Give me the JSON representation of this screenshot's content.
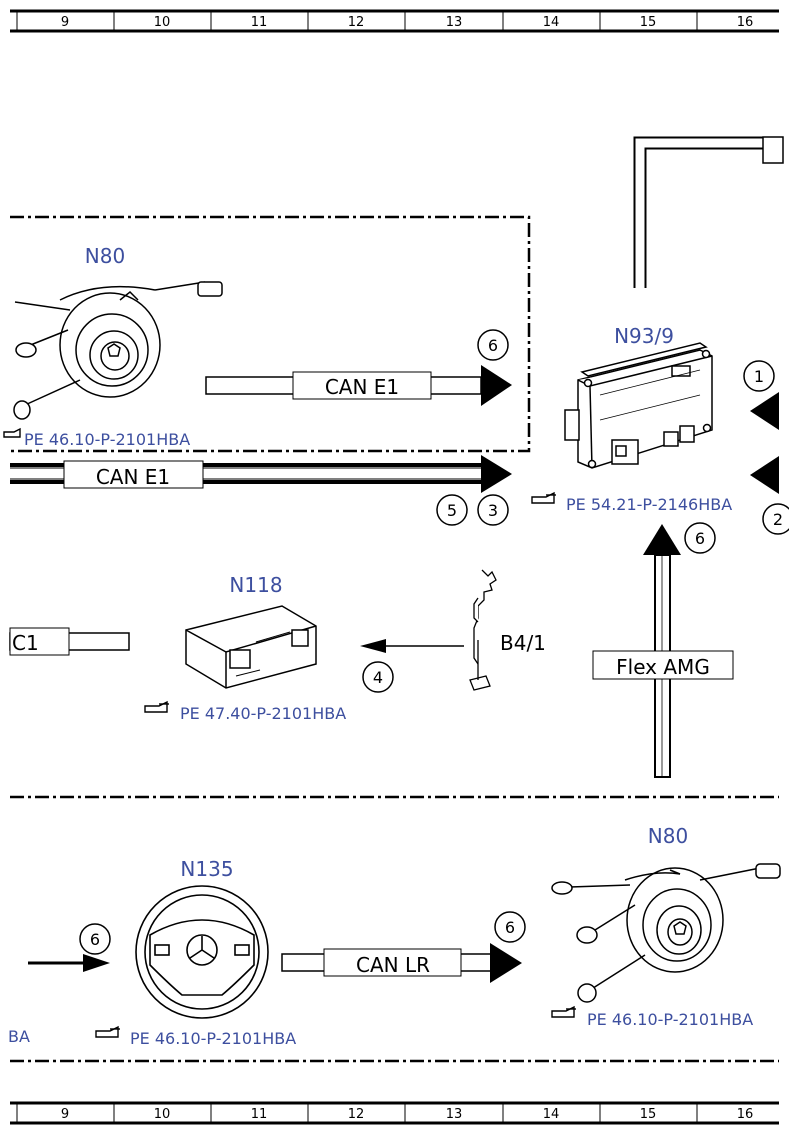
{
  "ruler": {
    "columns": [
      "9",
      "10",
      "11",
      "12",
      "13",
      "14",
      "15",
      "16"
    ]
  },
  "components": {
    "n80_top": "N80",
    "n93_9": "N93/9",
    "n118": "N118",
    "b4_1": "B4/1",
    "n135": "N135",
    "n80_bottom": "N80"
  },
  "bus_labels": {
    "can_e1_top": "CAN E1",
    "can_e1_mid": "CAN E1",
    "c1": "C1",
    "flex_amg": "Flex AMG",
    "can_lr": "CAN LR"
  },
  "references": {
    "ref_n80_top": "PE 46.10-P-2101HBA",
    "ref_n93_9": "PE 54.21-P-2146HBA",
    "ref_n118": "PE 47.40-P-2101HBA",
    "ref_n135": "PE 46.10-P-2101HBA",
    "ref_n80_bottom": "PE 46.10-P-2101HBA",
    "ref_left_cut": "BA"
  },
  "callouts": {
    "c6_top": "6",
    "c1_right": "1",
    "c5": "5",
    "c3": "3",
    "c2_right": "2",
    "c6_n93": "6",
    "c4": "4",
    "c6_n135": "6",
    "c6_canlr": "6"
  },
  "colors": {
    "label_blue": "#3d4f9f",
    "line_black": "#000000"
  },
  "icons": {
    "reference": "pointing-hand-icon"
  }
}
